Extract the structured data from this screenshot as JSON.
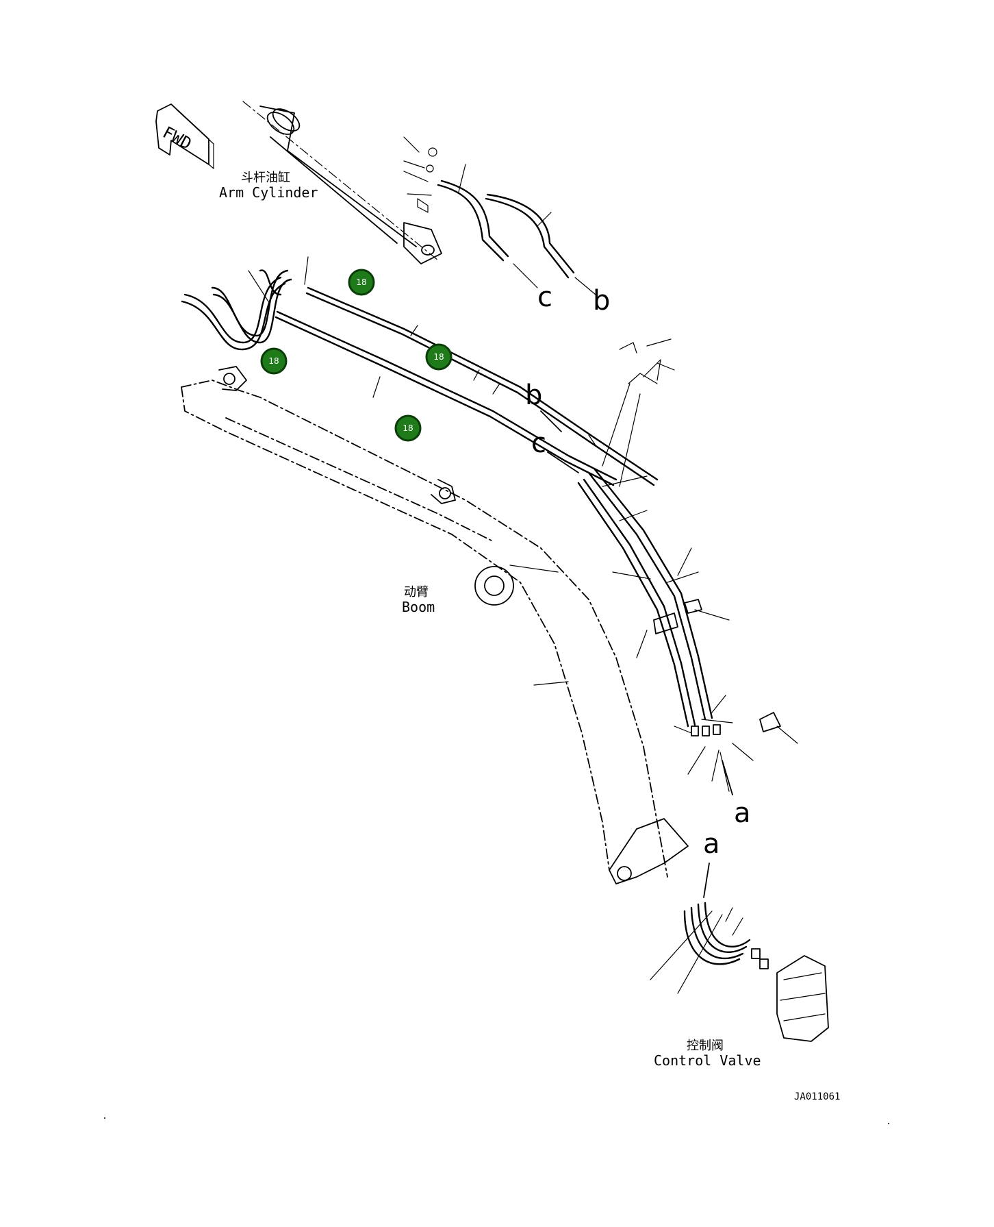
{
  "fwd_label": "FWD",
  "labels": {
    "arm_cylinder_cn": "斗杆油缸",
    "arm_cylinder_en": "Arm Cylinder",
    "boom_cn": "动臂",
    "boom_en": "Boom",
    "control_valve_cn": "控制阀",
    "control_valve_en": "Control Valve",
    "drawing_id": "JA011061"
  },
  "connection_letters": {
    "c_top": "c",
    "b_top": "b",
    "b_mid": "b",
    "c_mid": "c",
    "a_right": "a",
    "a_bottom": "a"
  },
  "callout_badges": [
    "18",
    "18",
    "18",
    "18"
  ],
  "colors": {
    "badge_fill": "#1f7a1a",
    "line": "#000000"
  }
}
